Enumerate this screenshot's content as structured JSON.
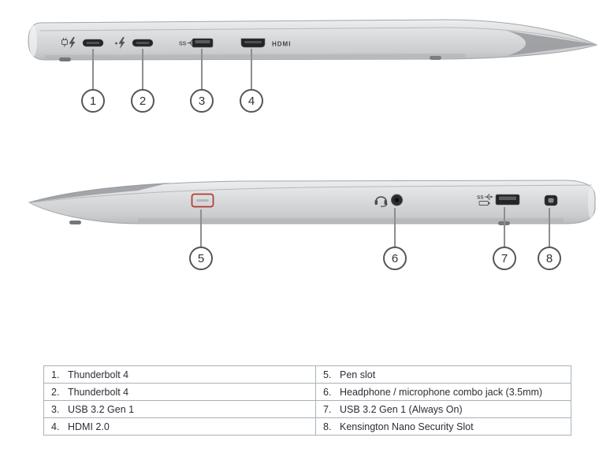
{
  "page": {
    "background": "#ffffff"
  },
  "diagram": {
    "left_side_view": {
      "ports": [
        {
          "callout": "1",
          "type": "usb-c-thunderbolt-power"
        },
        {
          "callout": "2",
          "type": "usb-c-thunderbolt"
        },
        {
          "callout": "3",
          "type": "usb-a"
        },
        {
          "callout": "4",
          "type": "hdmi"
        }
      ],
      "hdmi_marking": "HDMI",
      "usb_marking": "SS"
    },
    "right_side_view": {
      "ports": [
        {
          "callout": "5",
          "type": "pen-slot"
        },
        {
          "callout": "6",
          "type": "audio-combo-jack"
        },
        {
          "callout": "7",
          "type": "usb-a-always-on"
        },
        {
          "callout": "8",
          "type": "kensington-nano-slot"
        }
      ],
      "usb_marking": "SS"
    }
  },
  "legend_table": {
    "rows": [
      {
        "left_num": "1.",
        "left_label": "Thunderbolt 4",
        "right_num": "5.",
        "right_label": "Pen slot"
      },
      {
        "left_num": "2.",
        "left_label": "Thunderbolt 4",
        "right_num": "6.",
        "right_label": "Headphone / microphone combo jack (3.5mm)"
      },
      {
        "left_num": "3.",
        "left_label": "USB 3.2 Gen 1",
        "right_num": "7.",
        "right_label": "USB 3.2 Gen 1 (Always On)"
      },
      {
        "left_num": "4.",
        "left_label": "HDMI 2.0",
        "right_num": "8.",
        "right_label": "Kensington Nano Security Slot"
      }
    ]
  },
  "colors": {
    "pen_slot_highlight": "#b23a31",
    "laptop_body": "#d6d8da",
    "callout_border": "#54565a",
    "table_border": "#a6b3ba",
    "text": "#2d2d36"
  }
}
